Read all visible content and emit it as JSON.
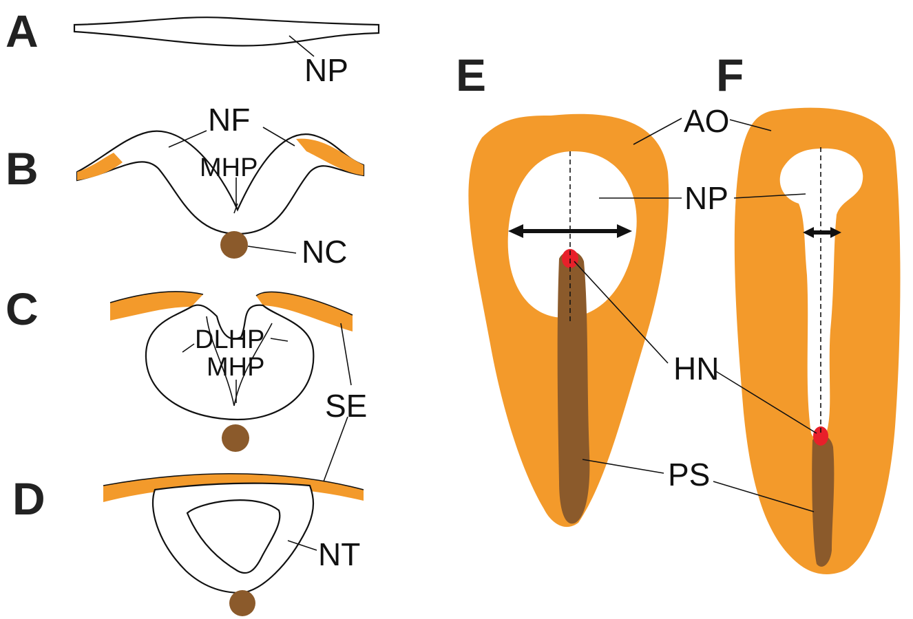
{
  "panels": {
    "A": "A",
    "B": "B",
    "C": "C",
    "D": "D",
    "E": "E",
    "F": "F"
  },
  "labels": {
    "np_a": "NP",
    "nf": "NF",
    "mhp_b": "MHP",
    "nc": "NC",
    "dlhp": "DLHP",
    "mhp_c": "MHP",
    "se": "SE",
    "nt": "NT",
    "ao": "AO",
    "np_ef": "NP",
    "hn": "HN",
    "ps": "PS"
  },
  "colors": {
    "ectoderm_orange": "#F39A2B",
    "notochord_brown": "#8B5A2B",
    "node_red": "#E8202A",
    "outline": "#111111"
  }
}
